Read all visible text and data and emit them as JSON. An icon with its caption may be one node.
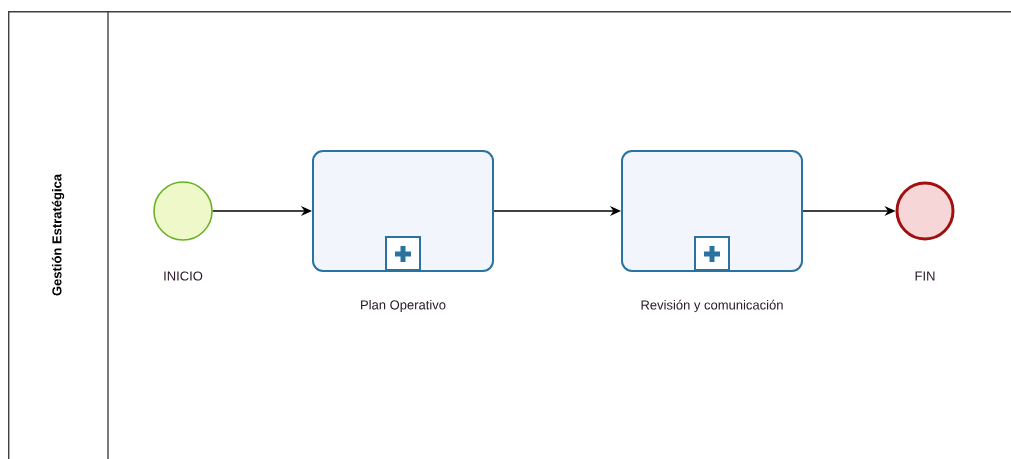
{
  "diagram": {
    "nodes": [
      {
        "text": [
          "Gestión Estratégica"
        ]
      },
      {
        "text": [
          "INICIO"
        ],
        "in": 0
      },
      {
        "text": [
          "Plan Operativo"
        ],
        "in": 0
      },
      {
        "text": [
          "Revisión y comunicación"
        ],
        "in": 0
      },
      {
        "text": [
          "FIN"
        ],
        "in": 0
      }
    ],
    "edges": [
      {
        "from": 1,
        "to": 2,
        "arrow": "to"
      },
      {
        "from": 2,
        "to": 3,
        "arrow": "to"
      },
      {
        "from": 3,
        "to": 4,
        "arrow": "to"
      }
    ]
  }
}
